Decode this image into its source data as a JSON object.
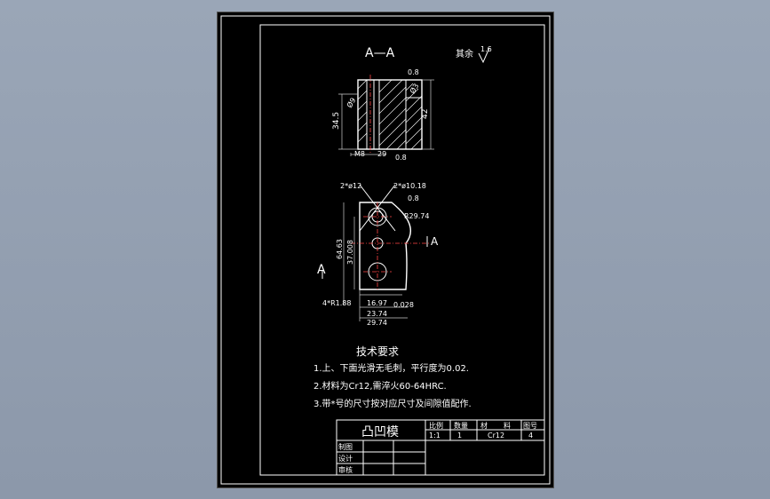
{
  "section_label": "A—A",
  "roughness": {
    "label": "其余",
    "value": "1.6"
  },
  "dims_section": {
    "top_roughness": "0.8",
    "chamfer": "Ø3",
    "hole": "Ø9",
    "height_left": "34.5",
    "height_right": "42",
    "thread": "M8",
    "bottom_left": "29",
    "bottom_roughness": "0.8"
  },
  "dims_plan": {
    "hole_a": "2*ø12",
    "hole_b": "2*ø10.18",
    "hole_b_tol": "0.8",
    "radius": "R29.74",
    "height": "64.63",
    "half_height": "37.008",
    "view_a_left": "A",
    "view_a_right": "A",
    "corner_r": "4*R1.88",
    "w1": "16.97",
    "w1_tol": "0.028",
    "w2": "23.74",
    "w3": "29.74"
  },
  "notes": {
    "title": "技术要求",
    "lines": [
      "1.上、下面光滑无毛刺，平行度为0.02.",
      "2.材料为Cr12,需淬火60-64HRC.",
      "3.带*号的尺寸按对应尺寸及间隙值配作."
    ]
  },
  "title_block": {
    "part_name": "凸凹模",
    "headers": [
      "比例",
      "数量",
      "材",
      "料",
      "图号"
    ],
    "values": [
      "1:1",
      "1",
      "Cr12",
      "4"
    ],
    "rows": [
      "制图",
      "设计",
      "审核"
    ]
  }
}
